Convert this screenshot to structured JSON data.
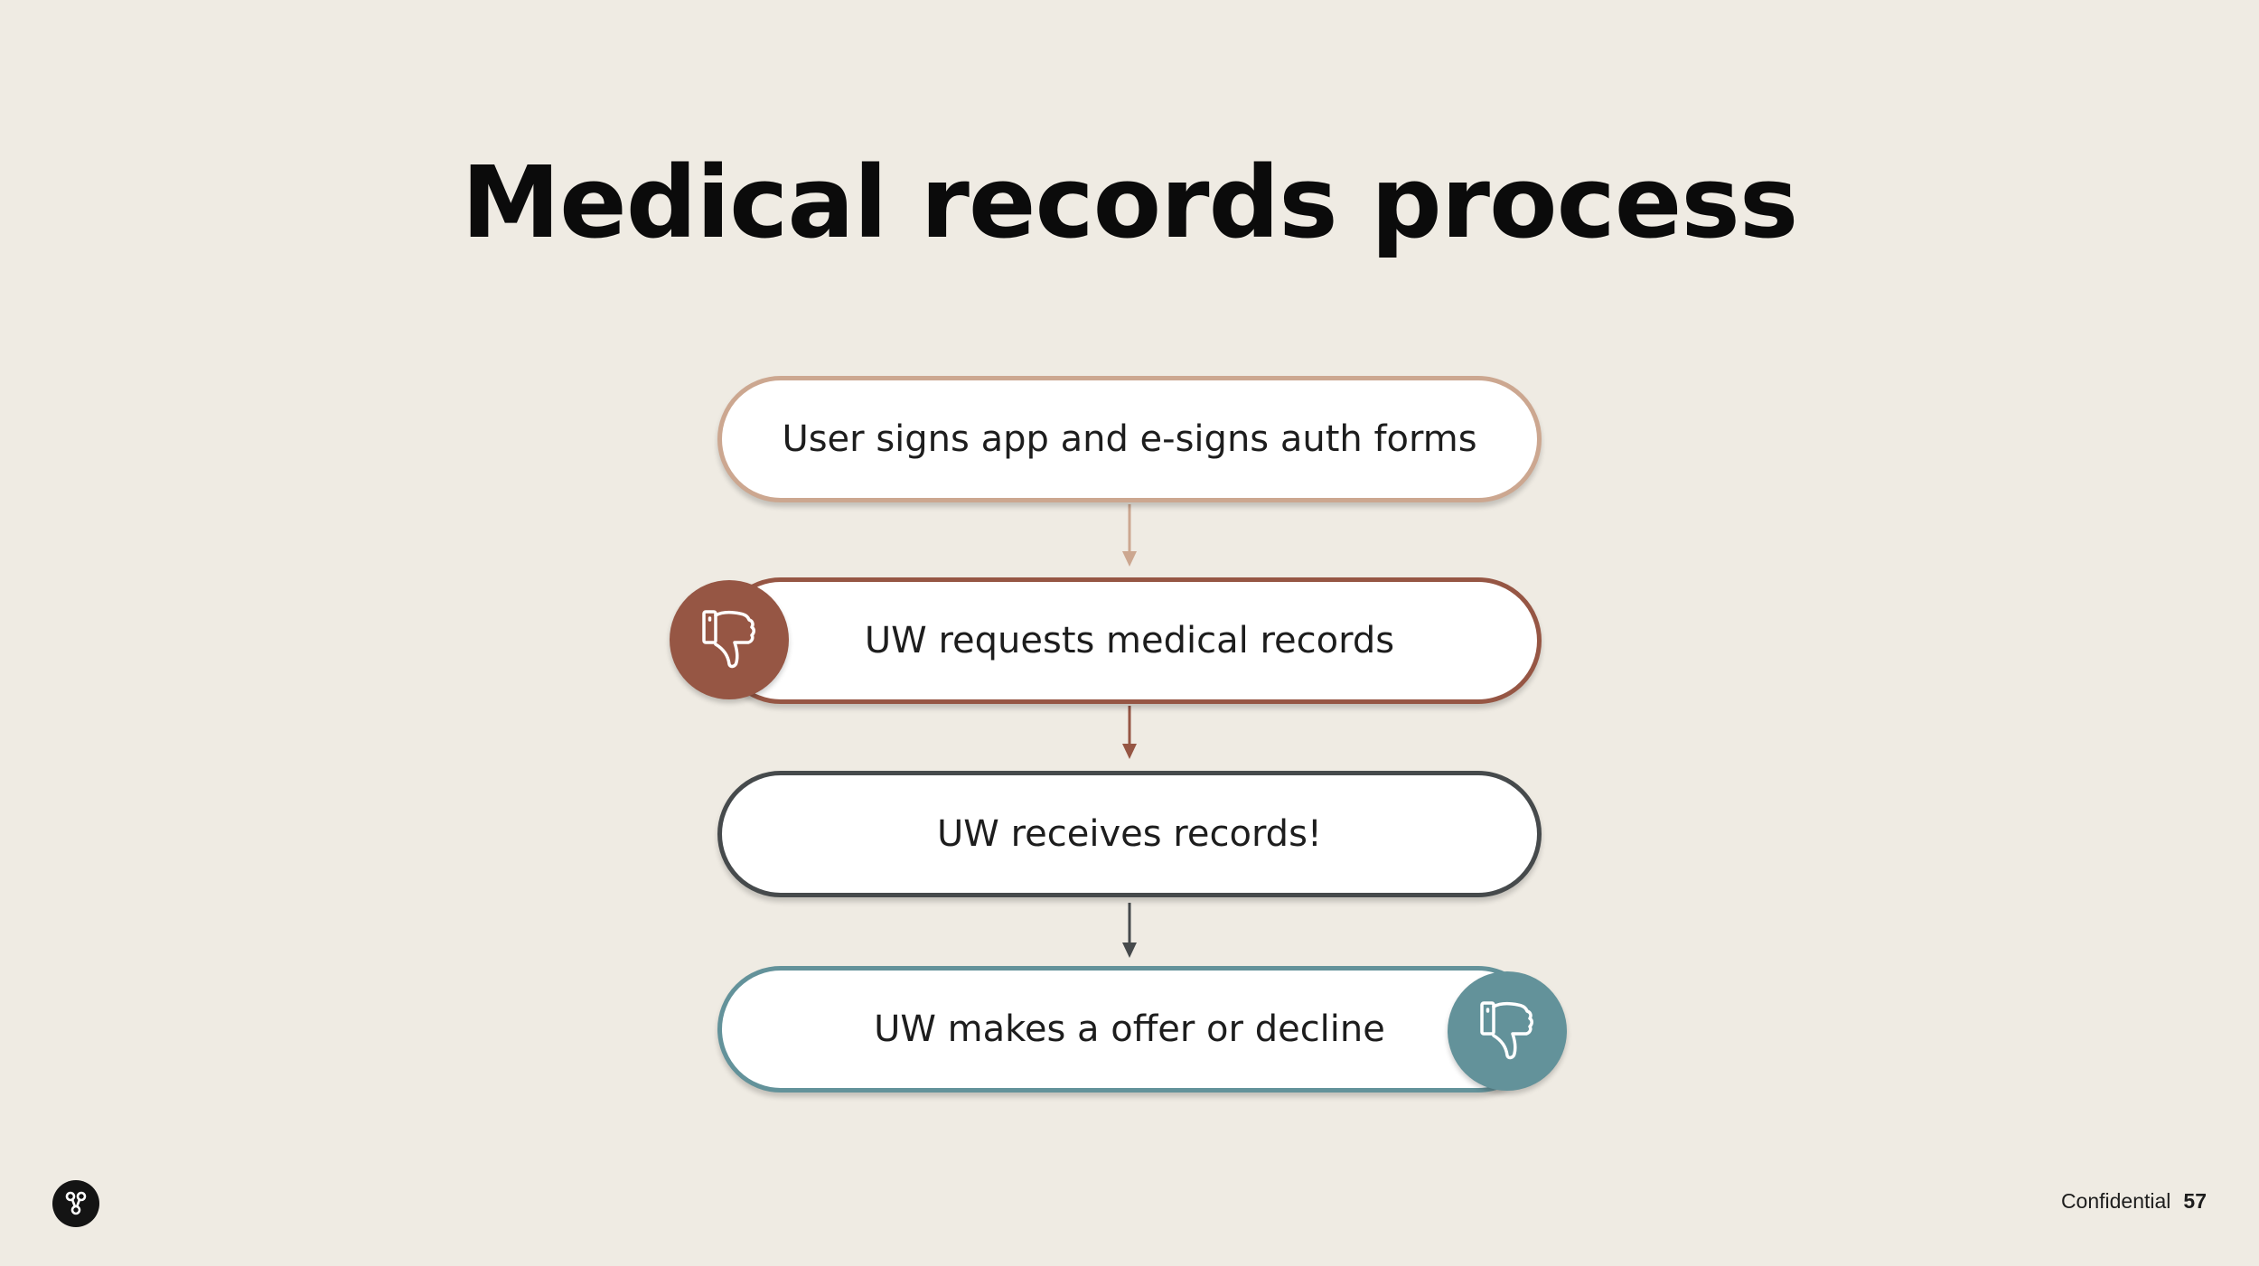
{
  "title": "Medical records process",
  "steps": [
    {
      "label": "User signs app and e-signs auth forms",
      "color": "#cca790"
    },
    {
      "label": "UW requests medical records",
      "color": "#965644"
    },
    {
      "label": "UW receives records!",
      "color": "#464a4c"
    },
    {
      "label": "UW makes a offer or decline",
      "color": "#63929a"
    }
  ],
  "badges": [
    {
      "icon": "thumbs-down-icon",
      "color": "#965644"
    },
    {
      "icon": "thumbs-down-icon",
      "color": "#63929a"
    }
  ],
  "footer": {
    "confidential": "Confidential",
    "page_number": "57"
  },
  "logo_icon": "brand-logo-icon",
  "background": "#efebe3"
}
